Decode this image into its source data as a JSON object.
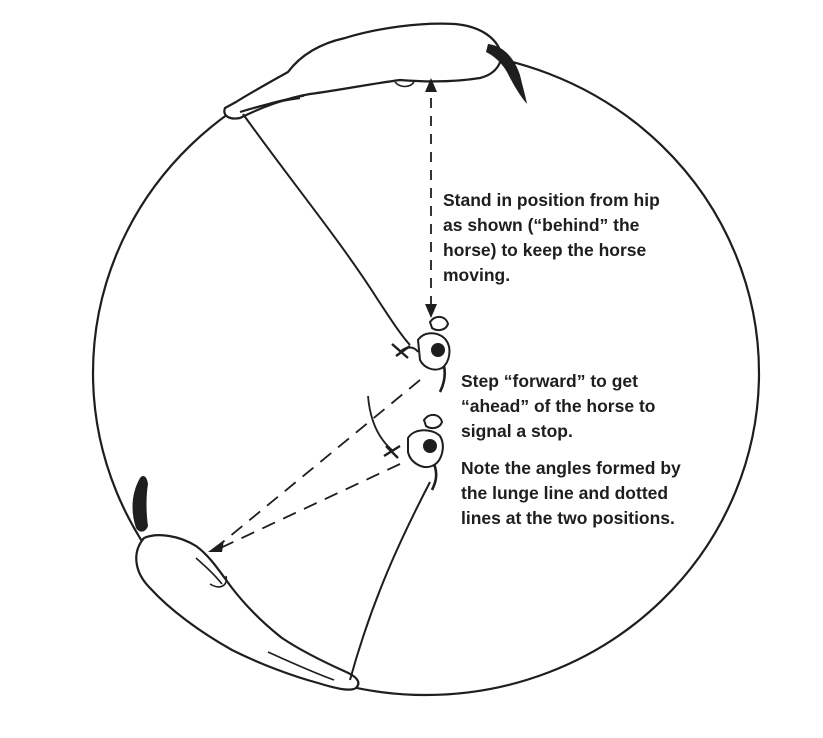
{
  "annotations": {
    "stand_position": {
      "lines": [
        "Stand in position from hip",
        "as shown (“behind” the",
        "horse) to keep the horse",
        "moving."
      ]
    },
    "step_forward": {
      "lines": [
        "Step “forward” to get",
        "“ahead” of the horse to",
        "signal a stop."
      ]
    },
    "note_angles": {
      "lines": [
        "Note the angles formed by",
        "the lunge line and dotted",
        "lines at the two positions."
      ]
    }
  },
  "colors": {
    "ink": "#1e1e1e",
    "paper": "#ffffff"
  }
}
